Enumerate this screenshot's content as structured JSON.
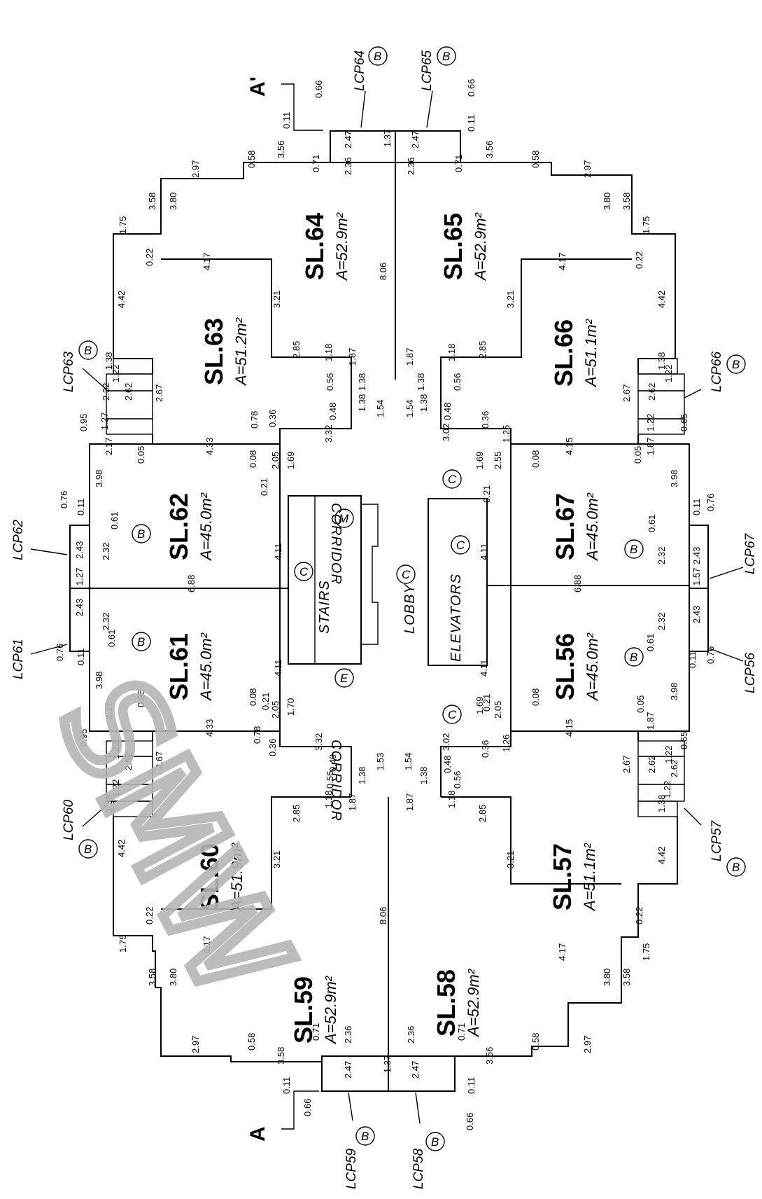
{
  "sections": {
    "top": "A'",
    "bottom": "A"
  },
  "units": [
    {
      "id": "sl64",
      "name": "SL.64",
      "area": "A=52.9m²"
    },
    {
      "id": "sl65",
      "name": "SL.65",
      "area": "A=52.9m²"
    },
    {
      "id": "sl63",
      "name": "SL.63",
      "area": "A=51.2m²"
    },
    {
      "id": "sl66",
      "name": "SL.66",
      "area": "A=51.1m²"
    },
    {
      "id": "sl62",
      "name": "SL.62",
      "area": "A=45.0m²"
    },
    {
      "id": "sl67",
      "name": "SL.67",
      "area": "A=45.0m²"
    },
    {
      "id": "sl61",
      "name": "SL.61",
      "area": "A=45.0m²"
    },
    {
      "id": "sl56",
      "name": "SL.56",
      "area": "A=45.0m²"
    },
    {
      "id": "sl60",
      "name": "SL.60",
      "area": "A=51.9m²"
    },
    {
      "id": "sl57",
      "name": "SL.57",
      "area": "A=51.1m²"
    },
    {
      "id": "sl59",
      "name": "SL.59",
      "area": "A=52.9m²"
    },
    {
      "id": "sl58",
      "name": "SL.58",
      "area": "A=52.9m²"
    }
  ],
  "rooms": {
    "corridor_top": "CORRIDOR",
    "corridor_bottom": "CORRIDOR",
    "stairs": "STAIRS",
    "lobby": "LOBBY",
    "elevators": "ELEVATORS"
  },
  "markers": {
    "B": "B",
    "C": "C",
    "M": "M",
    "E": "E"
  },
  "balconies": [
    "LCP64",
    "LCP65",
    "LCP63",
    "LCP66",
    "LCP62",
    "LCP67",
    "LCP61",
    "LCP56",
    "LCP60",
    "LCP57",
    "LCP59",
    "LCP58"
  ],
  "dims": {
    "d_11a": "0.11",
    "d_66a": "0.66",
    "d_247a": "2.47",
    "d_137a": "1.37",
    "d_247b": "2.47",
    "d_11b": "0.11",
    "d_66b": "0.66",
    "d_071a": "0.71",
    "d_356a": "3.56",
    "d_058a": "0.58",
    "d_236a": "2.36",
    "d_236b": "2.36",
    "d_071b": "0.71",
    "d_356b": "3.56",
    "d_058b": "0.58",
    "d_297a": "2.97",
    "d_297b": "2.97",
    "d_358a": "3.58",
    "d_380a": "3.80",
    "d_380b": "3.80",
    "d_358b": "3.58",
    "d_175a": "1.75",
    "d_175b": "1.75",
    "d_022a": "0.22",
    "d_417a": "4.17",
    "d_417b": "4.17",
    "d_022b": "0.22",
    "d_806a": "8.06",
    "d_321a": "3.21",
    "d_321b": "3.21",
    "d_442a": "4.42",
    "d_442b": "4.42",
    "d_285a": "2.85",
    "d_285b": "2.85",
    "d_118a": "1.18",
    "d_118b": "1.18",
    "d_187a": "1.87",
    "d_187b": "1.87",
    "d_138a": "1.38",
    "d_138b": "1.38",
    "d_056a": "0.56",
    "d_056b": "0.56",
    "d_038a": "1.38",
    "d_038b": "1.38",
    "d_048a": "0.48",
    "d_048b": "0.48",
    "d_154a": "1.54",
    "d_154b": "1.54",
    "d_138c": "1.38",
    "d_138d": "1.38",
    "d_122a": "1.22",
    "d_122b": "1.22",
    "d_262a": "2.62",
    "d_262b": "2.62",
    "d_232a": "2.32",
    "d_267a": "2.67",
    "d_267b": "2.67",
    "d_095a": "0.95",
    "d_065a": "0.65",
    "d_127a": "1.27",
    "d_122c": "1.22",
    "d_217a": "2.17",
    "d_187c": "1.87",
    "d_005a": "0.05",
    "d_005b": "0.05",
    "d_332a": "3.32",
    "d_302a": "3.02",
    "d_036a": "0.36",
    "d_036b": "0.36",
    "d_078a": "0.78",
    "d_125a": "1.25",
    "d_433a": "4.33",
    "d_415a": "4.15",
    "d_008a": "0.08",
    "d_008b": "0.08",
    "d_205a": "2.05",
    "d_169a": "1.69",
    "d_169b": "1.69",
    "d_255a": "2.55",
    "d_398a": "3.98",
    "d_398b": "3.98",
    "d_021a": "0.21",
    "d_021b": "0.21",
    "d_011c": "0.11",
    "d_011d": "0.11",
    "d_076a": "0.76",
    "d_076b": "0.76",
    "d_061a": "0.61",
    "d_061b": "0.61",
    "d_243a": "2.43",
    "d_243b": "2.43",
    "d_232b": "2.32",
    "d_232c": "2.32",
    "d_411a": "4.11",
    "d_411b": "4.11",
    "d_688a": "6.88",
    "d_688b": "6.88",
    "e_688a": "6.88",
    "e_688b": "6.88",
    "e_411a": "4.11",
    "e_411b": "4.11",
    "e_243a": "2.43",
    "e_243b": "2.43",
    "e_127a": "1.27",
    "e_157a": "1.57",
    "e_232a": "2.32",
    "e_232b": "2.32",
    "e_061a": "0.61",
    "e_061b": "0.61",
    "e_076a": "0.76",
    "e_076b": "0.76",
    "e_011a": "0.11",
    "e_011b": "0.11",
    "e_398a": "3.98",
    "e_398b": "3.98",
    "e_021a": "0.21",
    "e_021b": "0.21",
    "e_170a": "1.70",
    "e_169a": "1.69",
    "e_205a": "2.05",
    "e_205b": "2.05",
    "e_008a": "0.08",
    "e_008b": "0.08",
    "e_217a": "2.17",
    "e_187a": "1.87",
    "e_005a": "0.05",
    "e_065a": "0.05",
    "e_433a": "4.33",
    "e_415a": "4.15",
    "e_036a": "0.36",
    "e_036b": "0.36",
    "e_078a": "0.78",
    "e_126a": "1.26",
    "e_332a": "3.32",
    "e_302a": "3.02",
    "e_049a": "0.49",
    "e_048a": "0.48",
    "e_153a": "1.53",
    "e_154a": "1.54",
    "e_138a": "1.38",
    "e_138b": "1.38",
    "e_056a": "0.56",
    "e_056b": "0.56",
    "e_118a": "1.18",
    "e_118b": "1.18",
    "e_187b": "1.87",
    "e_187c": "1.87",
    "e_095a": "0.95",
    "e_065b": "0.65",
    "e_122a": "1.22",
    "e_122b": "1.22",
    "e_262a": "2.62",
    "e_262b": "2.62",
    "e_262c": "2.62",
    "e_267a": "2.67",
    "e_267b": "2.67",
    "e_122c": "1.22",
    "e_122d": "1.22",
    "e_138c": "1.38",
    "e_138d": "1.38",
    "e_442a": "4.42",
    "e_442b": "4.42",
    "e_285a": "2.85",
    "e_285b": "2.85",
    "e_321a": "3.21",
    "e_321b": "3.21",
    "e_806a": "8.06",
    "e_022a": "0.22",
    "e_022b": "0.22",
    "e_175a": "1.75",
    "e_175b": "1.75",
    "e_417a": "4.17",
    "e_417b": "4.17",
    "e_358a": "3.58",
    "e_358b": "3.58",
    "e_380a": "3.80",
    "e_380b": "3.80",
    "e_297a": "2.97",
    "e_297b": "2.97",
    "e_058a": "0.58",
    "e_058b": "0.58",
    "e_071a": "0.71",
    "e_071b": "0.71",
    "e_356a": "3.58",
    "e_356b": "3.56",
    "e_236a": "2.36",
    "e_236b": "2.36",
    "e_137a": "1.37",
    "e_247a": "2.47",
    "e_247b": "2.47",
    "e_011c": "0.11",
    "e_011d": "0.11",
    "e_066a": "0.66",
    "e_066b": "0.66"
  },
  "watermark": "SMW"
}
